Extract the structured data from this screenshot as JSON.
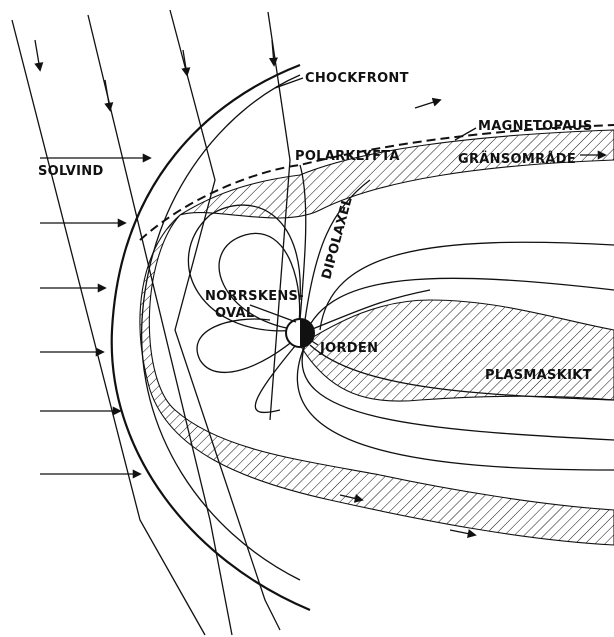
{
  "labels": {
    "shock_front": "CHOCKFRONT",
    "magnetopause": "MAGNETOPAUS",
    "boundary_region": "GRÄNSOMRÅDE",
    "polar_cusp": "POLARKLYFTA",
    "solar_wind": "SOLVIND",
    "dipole_axis": "DIPOLAXEL",
    "aurora_oval_line1": "NORRSKENS-",
    "aurora_oval_line2": "OVAL",
    "earth": "JORDEN",
    "plasma_sheet": "PLASMASKIKT"
  },
  "style": {
    "ink": "#111111",
    "paper": "#ffffff"
  }
}
